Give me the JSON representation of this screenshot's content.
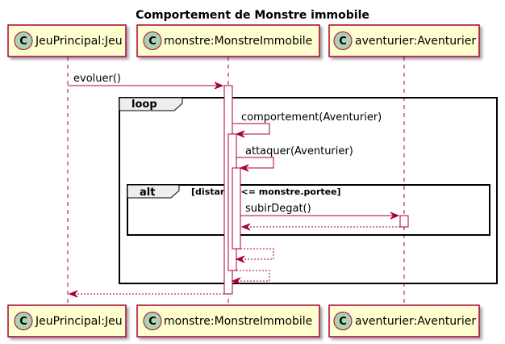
{
  "title": "Comportement de Monstre immobile",
  "participants": [
    {
      "label": "JeuPrincipal:Jeu",
      "icon_letter": "C"
    },
    {
      "label": "monstre:MonstreImmobile",
      "icon_letter": "C"
    },
    {
      "label": "aventurier:Aventurier",
      "icon_letter": "C"
    }
  ],
  "messages": {
    "evoluer": "evoluer()",
    "comportement": "comportement(Aventurier)",
    "attaquer": "attaquer(Aventurier)",
    "subirDegat": "subirDegat()"
  },
  "fragments": {
    "loop_label": "loop",
    "alt_label": "alt",
    "alt_guard": "[distance <= monstre.portee]"
  },
  "colors": {
    "arrow": "#A80036",
    "participant_fill": "#FEFECE",
    "lifeline": "#A80036",
    "icon_fill": "#ADD1B2",
    "fragment_header": "#EEEEEE"
  }
}
